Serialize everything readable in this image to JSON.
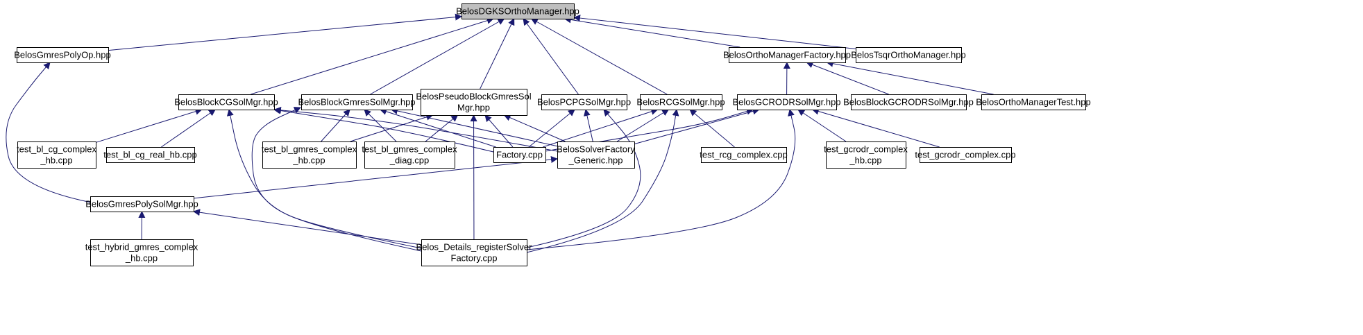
{
  "graph": {
    "colors": {
      "edge": "#191970",
      "node_border": "#000000",
      "node_fill": "#ffffff",
      "root_fill": "#bfbfbf"
    },
    "nodes": [
      {
        "id": "dgks",
        "lines": [
          "BelosDGKSOrthoManager.hpp"
        ],
        "root": true
      },
      {
        "id": "gmrespolyop",
        "lines": [
          "BelosGmresPolyOp.hpp"
        ]
      },
      {
        "id": "orthofactory",
        "lines": [
          "BelosOrthoManagerFactory.hpp"
        ]
      },
      {
        "id": "tsqr",
        "lines": [
          "BelosTsqrOrthoManager.hpp"
        ]
      },
      {
        "id": "blockcg",
        "lines": [
          "BelosBlockCGSolMgr.hpp"
        ]
      },
      {
        "id": "blockgmres",
        "lines": [
          "BelosBlockGmresSolMgr.hpp"
        ]
      },
      {
        "id": "pseudo",
        "lines": [
          "BelosPseudoBlockGmresSol",
          "Mgr.hpp"
        ]
      },
      {
        "id": "pcpg",
        "lines": [
          "BelosPCPGSolMgr.hpp"
        ]
      },
      {
        "id": "rcg",
        "lines": [
          "BelosRCGSolMgr.hpp"
        ]
      },
      {
        "id": "gcrodr",
        "lines": [
          "BelosGCRODRSolMgr.hpp"
        ]
      },
      {
        "id": "blockgcrodr",
        "lines": [
          "BelosBlockGCRODRSolMgr.hpp"
        ]
      },
      {
        "id": "orthotest",
        "lines": [
          "BelosOrthoManagerTest.hpp"
        ]
      },
      {
        "id": "cgcomplex",
        "lines": [
          "test_bl_cg_complex",
          "_hb.cpp"
        ]
      },
      {
        "id": "cgreal",
        "lines": [
          "test_bl_cg_real_hb.cpp"
        ]
      },
      {
        "id": "gmrescomplex",
        "lines": [
          "test_bl_gmres_complex",
          "_hb.cpp"
        ]
      },
      {
        "id": "gmresdiag",
        "lines": [
          "test_bl_gmres_complex",
          "_diag.cpp"
        ]
      },
      {
        "id": "factory",
        "lines": [
          "Factory.cpp"
        ]
      },
      {
        "id": "solverfactory",
        "lines": [
          "BelosSolverFactory",
          "_Generic.hpp"
        ]
      },
      {
        "id": "rcgcomplex",
        "lines": [
          "test_rcg_complex.cpp"
        ]
      },
      {
        "id": "gcrodrhb",
        "lines": [
          "test_gcrodr_complex",
          "_hb.cpp"
        ]
      },
      {
        "id": "gcrodrcomplex",
        "lines": [
          "test_gcrodr_complex.cpp"
        ]
      },
      {
        "id": "gmrespolysol",
        "lines": [
          "BelosGmresPolySolMgr.hpp"
        ]
      },
      {
        "id": "hybrid",
        "lines": [
          "test_hybrid_gmres_complex",
          "_hb.cpp"
        ]
      },
      {
        "id": "register",
        "lines": [
          "Belos_Details_registerSolver",
          "Factory.cpp"
        ]
      }
    ],
    "edges": [
      {
        "from": "gmrespolyop",
        "to": "dgks"
      },
      {
        "from": "blockcg",
        "to": "dgks"
      },
      {
        "from": "blockgmres",
        "to": "dgks"
      },
      {
        "from": "pseudo",
        "to": "dgks"
      },
      {
        "from": "pcpg",
        "to": "dgks"
      },
      {
        "from": "rcg",
        "to": "dgks"
      },
      {
        "from": "orthofactory",
        "to": "dgks"
      },
      {
        "from": "tsqr",
        "to": "dgks"
      },
      {
        "from": "gmrespolysol",
        "to": "gmrespolyop"
      },
      {
        "from": "gcrodr",
        "to": "orthofactory"
      },
      {
        "from": "blockgcrodr",
        "to": "orthofactory"
      },
      {
        "from": "orthotest",
        "to": "orthofactory"
      },
      {
        "from": "cgcomplex",
        "to": "blockcg"
      },
      {
        "from": "cgreal",
        "to": "blockcg"
      },
      {
        "from": "factory",
        "to": "blockcg"
      },
      {
        "from": "solverfactory",
        "to": "blockcg"
      },
      {
        "from": "register",
        "to": "blockcg"
      },
      {
        "from": "gmrescomplex",
        "to": "blockgmres"
      },
      {
        "from": "gmresdiag",
        "to": "blockgmres"
      },
      {
        "from": "factory",
        "to": "blockgmres"
      },
      {
        "from": "solverfactory",
        "to": "blockgmres"
      },
      {
        "from": "register",
        "to": "blockgmres"
      },
      {
        "from": "gmrescomplex",
        "to": "pseudo"
      },
      {
        "from": "gmresdiag",
        "to": "pseudo"
      },
      {
        "from": "factory",
        "to": "pseudo"
      },
      {
        "from": "solverfactory",
        "to": "pseudo"
      },
      {
        "from": "register",
        "to": "pseudo"
      },
      {
        "from": "factory",
        "to": "pcpg"
      },
      {
        "from": "solverfactory",
        "to": "pcpg"
      },
      {
        "from": "register",
        "to": "pcpg"
      },
      {
        "from": "factory",
        "to": "rcg"
      },
      {
        "from": "solverfactory",
        "to": "rcg"
      },
      {
        "from": "rcgcomplex",
        "to": "rcg"
      },
      {
        "from": "register",
        "to": "rcg"
      },
      {
        "from": "factory",
        "to": "gcrodr"
      },
      {
        "from": "solverfactory",
        "to": "gcrodr"
      },
      {
        "from": "gcrodrhb",
        "to": "gcrodr"
      },
      {
        "from": "gcrodrcomplex",
        "to": "gcrodr"
      },
      {
        "from": "register",
        "to": "gcrodr"
      },
      {
        "from": "gmrespolysol",
        "to": "solverfactory"
      },
      {
        "from": "hybrid",
        "to": "gmrespolysol"
      },
      {
        "from": "register",
        "to": "gmrespolysol"
      }
    ]
  }
}
